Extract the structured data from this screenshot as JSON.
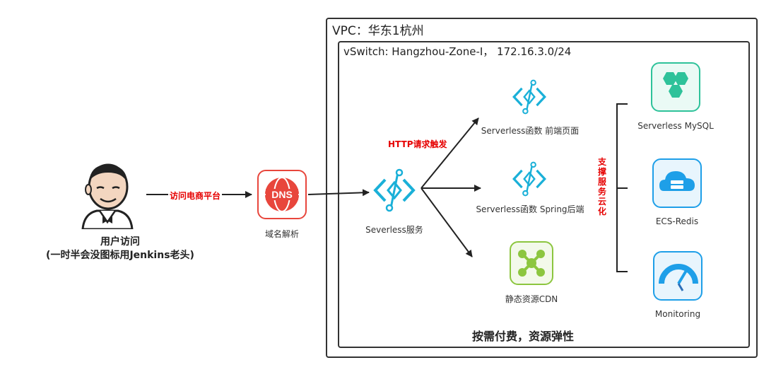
{
  "vpc": {
    "title": "VPC：华东1杭州"
  },
  "vswitch": {
    "title": "vSwitch: Hangzhou-Zone-I， 172.16.3.0/24"
  },
  "user": {
    "line1": "用户访问",
    "line2": "(一时半会没图标用Jenkins老头)",
    "icon": "jenkins-butler-icon"
  },
  "edges": {
    "user_to_dns": "访问电商平台",
    "http_trigger": "HTTP请求触发"
  },
  "dns": {
    "label": "域名解析",
    "icon_text": "DNS",
    "color": "#e8463c"
  },
  "serverless_service": {
    "label": "Severless服务"
  },
  "functions": {
    "frontend": "Serverless函数 前端页面",
    "backend": "Serverless函数 Spring后端"
  },
  "cdn": {
    "label": "静态资源CDN",
    "color": "#8cc63f"
  },
  "support": {
    "text": "支撑服务云化"
  },
  "services": {
    "mysql": {
      "label": "Serverless MySQL",
      "color": "#2ec29a"
    },
    "redis": {
      "label": "ECS-Redis",
      "color": "#1e9fe8"
    },
    "monitoring": {
      "label": "Monitoring",
      "color": "#1e9fe8"
    }
  },
  "footer": {
    "text": "按需付费，资源弹性"
  },
  "colors": {
    "serverless": "#1ab0d8",
    "accent_red": "#e60000"
  }
}
